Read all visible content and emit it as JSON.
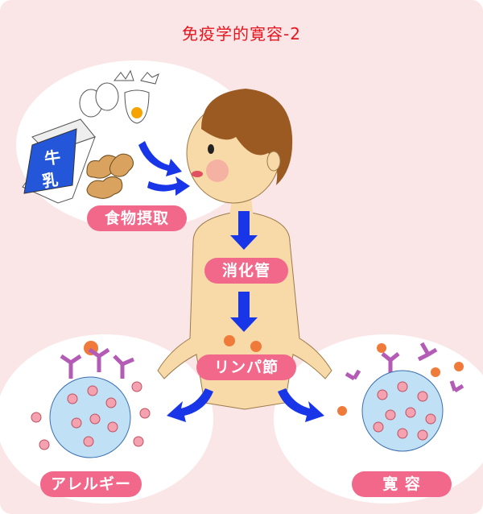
{
  "title": "免疫学的寛容-2",
  "labels": {
    "intake": "食物摂取",
    "gut": "消化管",
    "lymph": "リンパ節",
    "allergy": "アレルギー",
    "tolerance": "寛 容"
  },
  "milk_carton": {
    "line1": "牛",
    "line2": "乳"
  },
  "colors": {
    "background": "#fbe6e7",
    "title": "#e8151f",
    "pill": "#f2688a",
    "arrow": "#1836e8",
    "skin": "#f8d9a8",
    "hair": "#9a5a22"
  }
}
